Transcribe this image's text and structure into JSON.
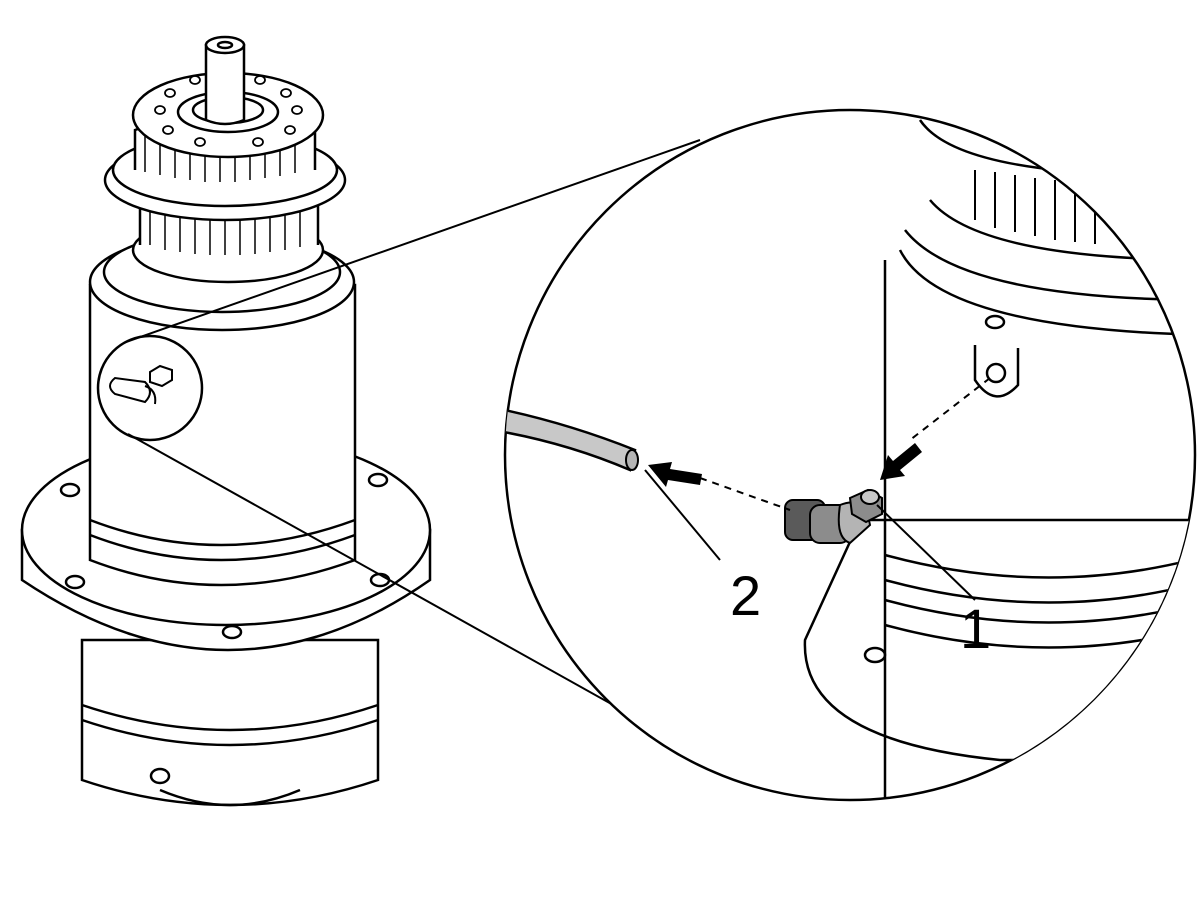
{
  "callouts": [
    {
      "id": "1",
      "label": "1"
    },
    {
      "id": "2",
      "label": "2"
    }
  ],
  "colors": {
    "line": "#000000",
    "background": "#ffffff",
    "tube": "#c8c8c8",
    "fitting_dark": "#5a5a5a",
    "fitting_mid": "#8c8c8c",
    "fitting_light": "#b4b4b4"
  },
  "icons": {
    "arrow_to_tube": "arrow-left-icon",
    "arrow_to_port": "arrow-down-left-icon"
  }
}
